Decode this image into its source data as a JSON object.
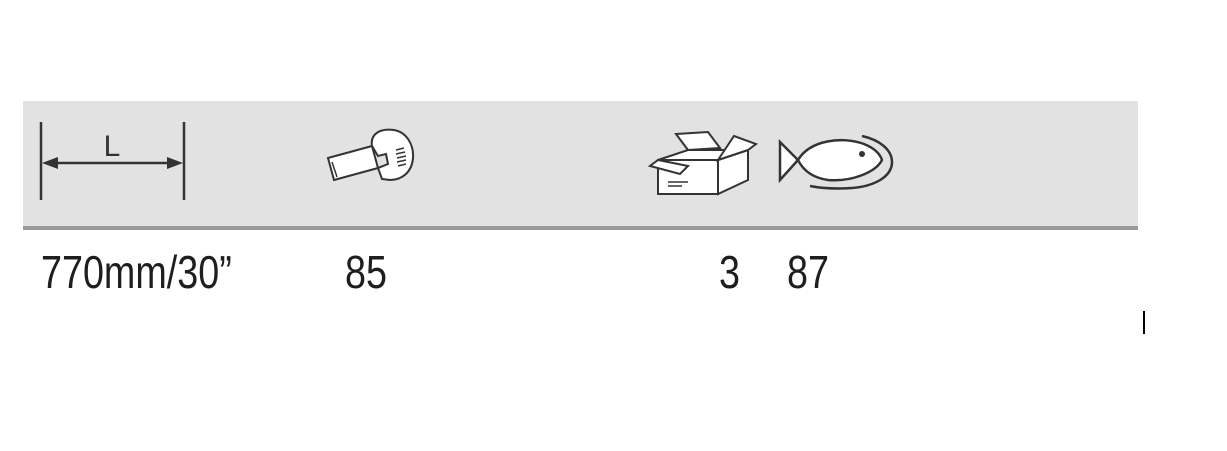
{
  "header": {
    "length_icon": "length-dimension-icon",
    "length_label": "L",
    "wrench_icon": "adjustable-wrench-icon",
    "box_icon": "open-box-icon",
    "fish_icon": "fish-icon"
  },
  "row": {
    "length": "770mm/30”",
    "jaw_opening": "85",
    "pack_quantity": "3",
    "fish_value": "87"
  },
  "colors": {
    "header_background": "#e2e2e2",
    "header_rule": "#9a9a9a",
    "icon_stroke": "#333333",
    "text": "#1e1e1e"
  }
}
